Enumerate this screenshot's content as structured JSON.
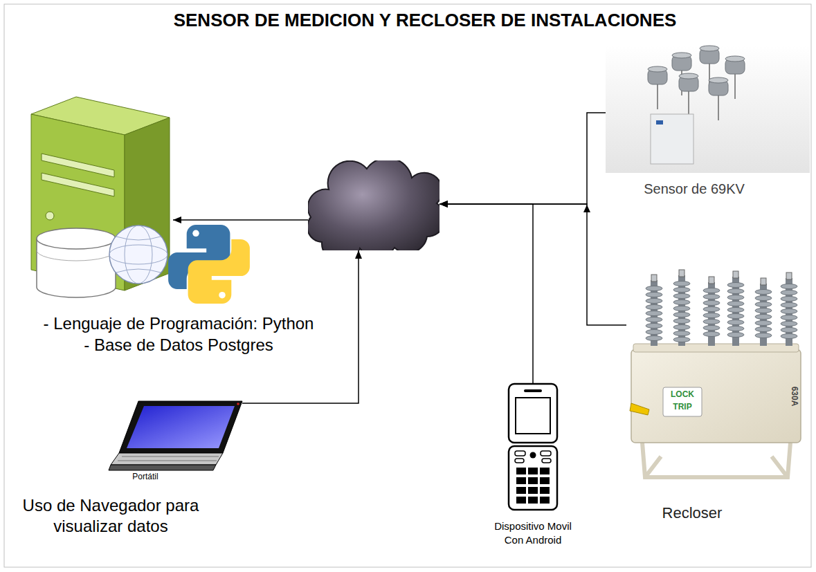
{
  "diagram": {
    "title": "SENSOR DE MEDICION Y RECLOSER DE INSTALACIONES",
    "nodes": [
      {
        "text": [
          "- Lenguaje de Programación: Python",
          "- Base de Datos Postgres"
        ]
      },
      {
        "text": []
      },
      {
        "text": [
          "Sensor de 69KV"
        ]
      },
      {
        "text": [
          "Recloser"
        ]
      },
      {
        "text": [
          "Portátil",
          "Uso de Navegador para visualizar datos"
        ]
      },
      {
        "text": [
          "Dispositivo Movil Con Android"
        ]
      }
    ],
    "edges": [
      {
        "from": 1,
        "to": 0,
        "arrow": "to"
      },
      {
        "from": 4,
        "to": 1,
        "arrow": "to"
      },
      {
        "from": 5,
        "to": 1,
        "arrow": "to"
      },
      {
        "from": 2,
        "to": 1,
        "arrow": "to"
      },
      {
        "from": 3,
        "to": 1,
        "arrow": "to"
      }
    ],
    "labels": [
      "LOCK",
      "TRIP",
      "630A"
    ]
  }
}
